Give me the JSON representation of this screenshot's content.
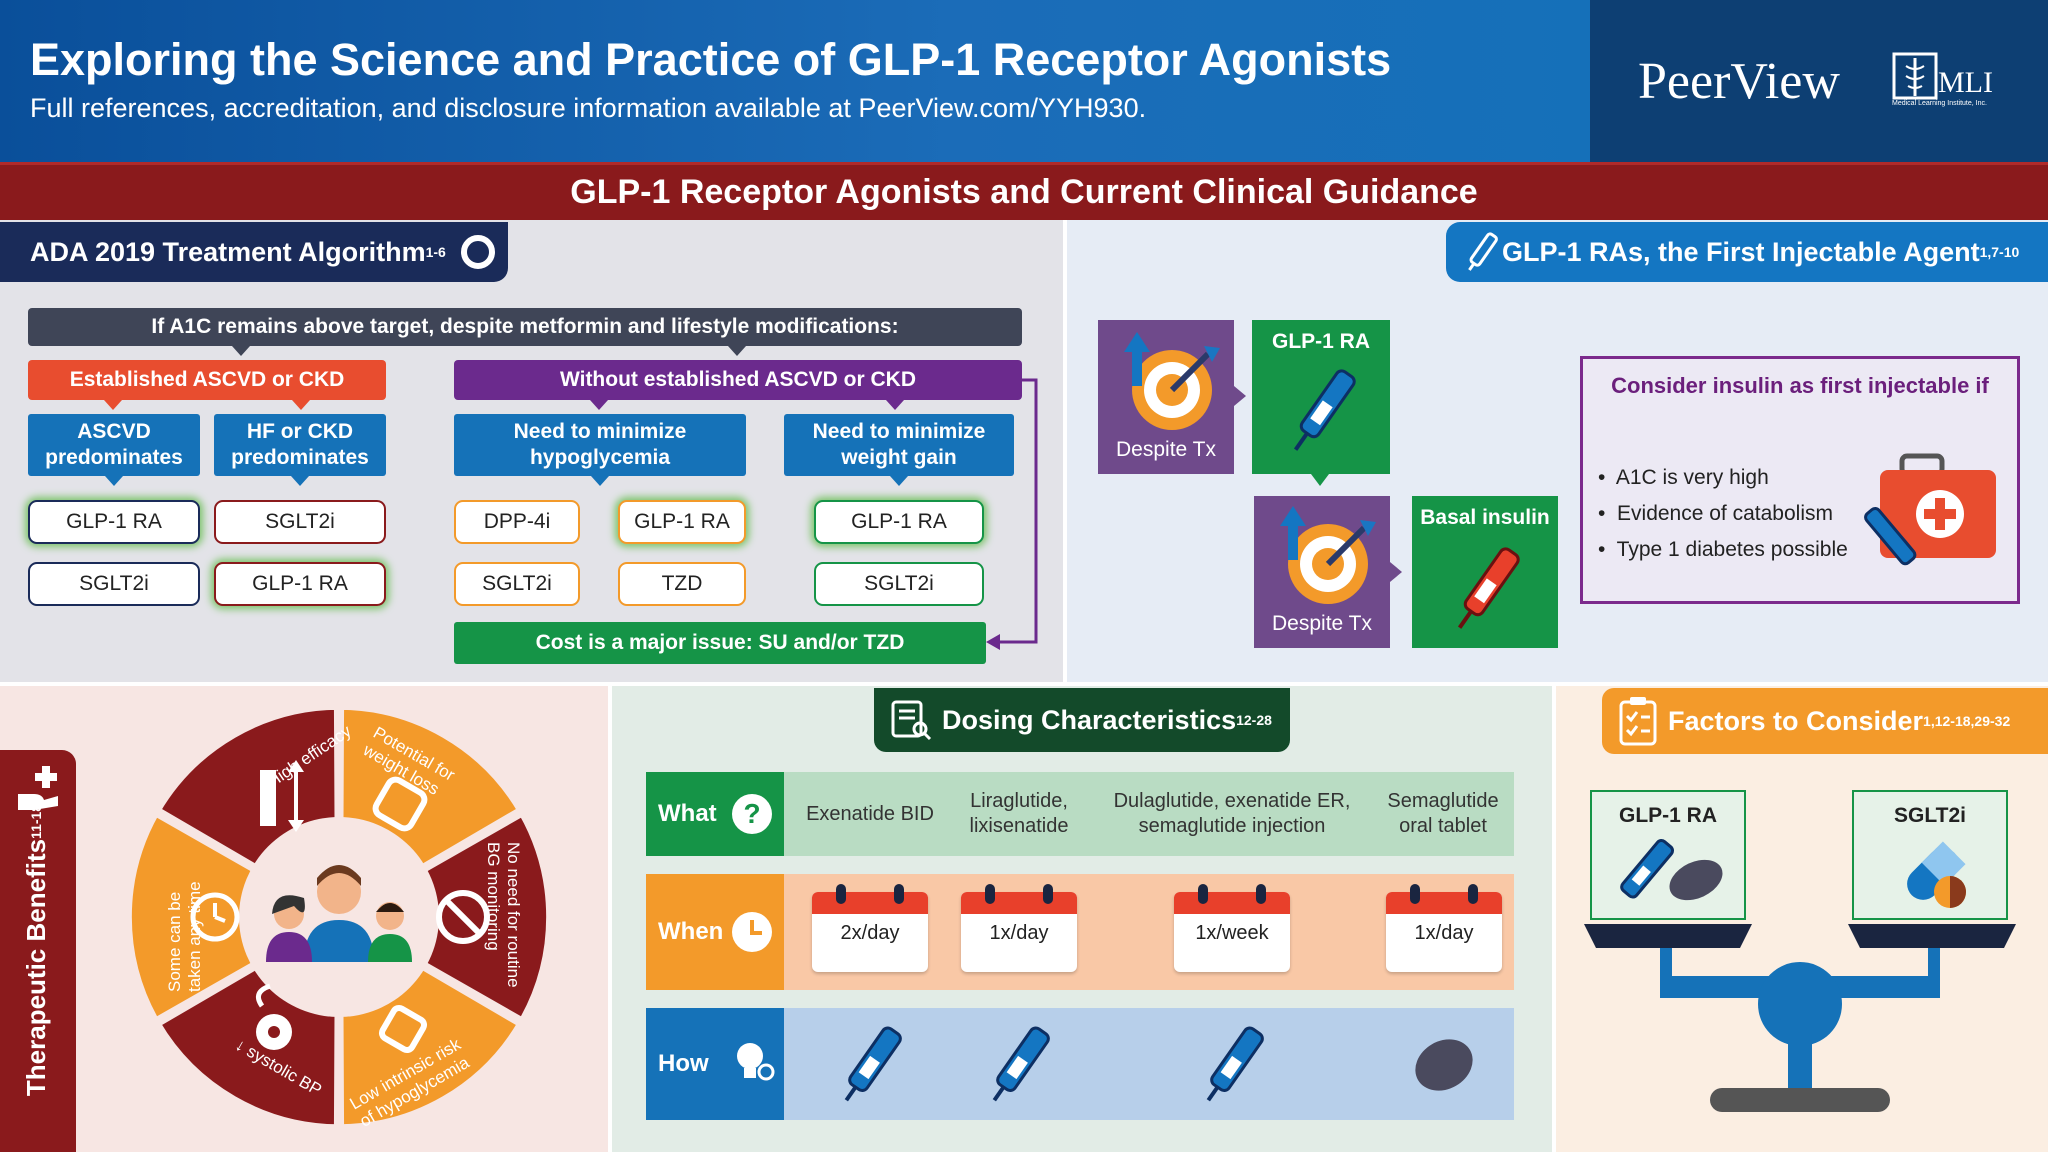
{
  "header": {
    "title": "Exploring the Science and Practice of GLP-1 Receptor Agonists",
    "subtitle": "Full references, accreditation, and disclosure information available at PeerView.com/YYH930.",
    "logo_peerview": "PeerView",
    "logo_mli": "MLI",
    "logo_mli_sub": "Medical Learning Institute, Inc."
  },
  "banner": {
    "title": "GLP-1 Receptor Agonists and Current Clinical Guidance"
  },
  "ada": {
    "tab": "ADA 2019 Treatment Algorithm",
    "tab_ref": "1-6",
    "condition": "If A1C remains above target, despite metformin and lifestyle modifications:",
    "established": "Established ASCVD or CKD",
    "without": "Without established ASCVD or CKD",
    "cat_ascvd": "ASCVD predominates",
    "cat_hf": "HF or CKD predominates",
    "cat_hypo": "Need to minimize hypoglycemia",
    "cat_weight": "Need to minimize weight gain",
    "ascvd_opts": [
      "GLP-1 RA",
      "SGLT2i"
    ],
    "hf_opts": [
      "SGLT2i",
      "GLP-1 RA"
    ],
    "hypo_opts": [
      "DPP-4i",
      "GLP-1 RA",
      "SGLT2i",
      "TZD"
    ],
    "weight_opts": [
      "GLP-1 RA",
      "SGLT2i"
    ],
    "cost": "Cost is a major issue: SU and/or TZD"
  },
  "injectable": {
    "tab": "GLP-1 RAs, the First Injectable Agent",
    "tab_ref": "1,7-10",
    "despite1": "Despite Tx",
    "glp1": "GLP-1 RA",
    "despite2": "Despite Tx",
    "basal": "Basal insulin",
    "consider_title": "Consider insulin as first injectable if",
    "bullets": [
      "A1C is very high",
      "Evidence of catabolism",
      "Type 1 diabetes possible"
    ]
  },
  "therapeutic": {
    "tab": "Therapeutic Benefits",
    "tab_ref": "11-18",
    "segments": [
      "High efficacy",
      "Potential for weight loss",
      "No need for routine BG monitoring",
      "Low intrinsic risk of hypoglycemia",
      "↓ systolic BP",
      "Some can be taken any time"
    ]
  },
  "dosing": {
    "tab": "Dosing Characteristics",
    "tab_ref": "12-28",
    "rows": {
      "what": "What",
      "when": "When",
      "how": "How"
    },
    "what": [
      "Exenatide BID",
      "Liraglutide, lixisenatide",
      "Dulaglutide, exenatide ER, semaglutide injection",
      "Semaglutide oral tablet"
    ],
    "when": [
      "2x/day",
      "1x/day",
      "1x/week",
      "1x/day"
    ],
    "how_icons": [
      "pen-icon",
      "pen-icon",
      "pen-icon",
      "tablet-icon"
    ]
  },
  "factors": {
    "tab": "Factors to Consider",
    "tab_ref": "1,12-18,29-32",
    "left": "GLP-1 RA",
    "right": "SGLT2i"
  },
  "colors": {
    "navy": "#1a2b59",
    "maroon": "#8a1a1c",
    "blue": "#1572b8",
    "green": "#159447",
    "purple": "#6b2a8d",
    "orange": "#f39a2a",
    "red": "#e84d2f"
  }
}
